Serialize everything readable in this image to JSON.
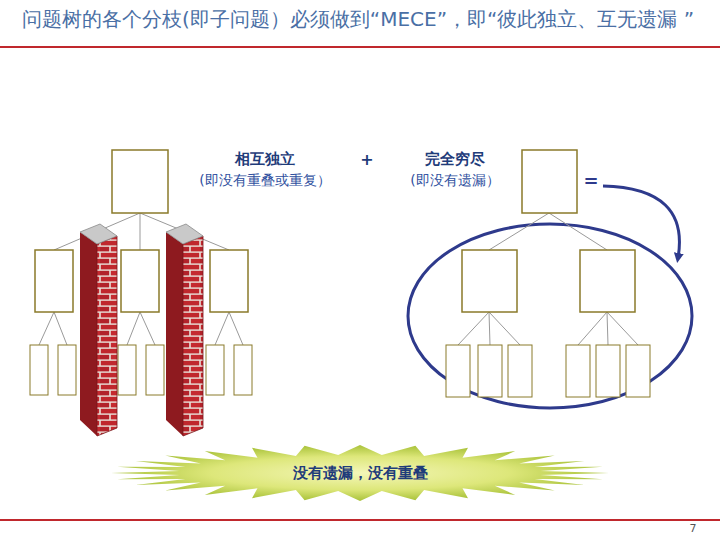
{
  "diagram": {
    "title": "问题树的各个分枝(即子问题）必须做到“MECE”，即“彼此独立、互无遗漏 ”",
    "nodes": [
      {
        "text": [
          "没有遗漏，没有重叠"
        ]
      }
    ],
    "labels": [
      "相互独立",
      "(即没有重叠或重复）",
      "+",
      "完全穷尽",
      "(即没有遗漏）",
      "=",
      "7"
    ]
  }
}
